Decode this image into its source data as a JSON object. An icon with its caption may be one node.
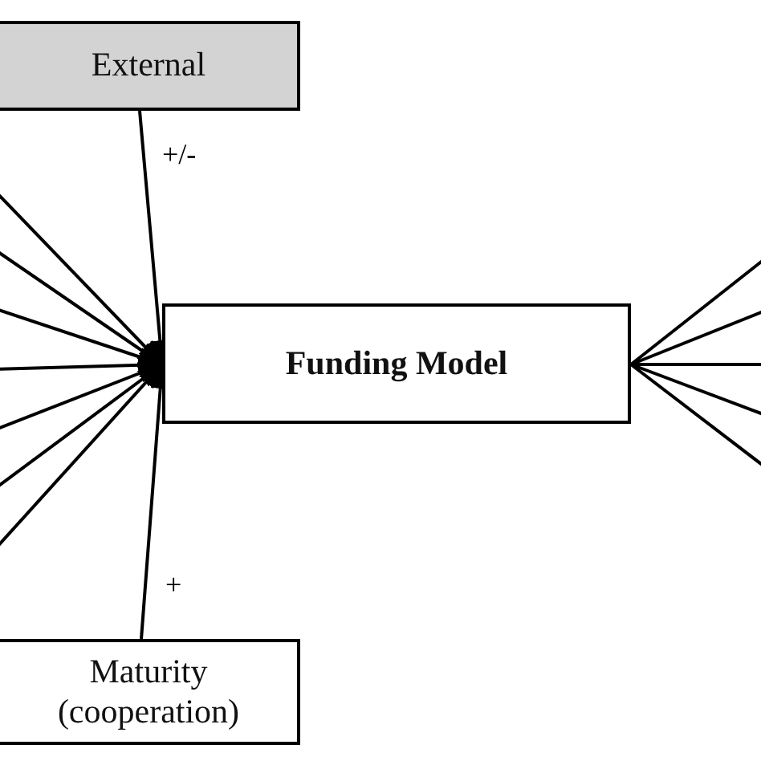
{
  "diagram": {
    "nodes": [
      {
        "text": [
          "External"
        ]
      },
      {
        "text": [
          "Funding Model"
        ]
      },
      {
        "text": [
          "Maturity (cooperation)"
        ]
      }
    ],
    "edges": [
      {
        "from": 0,
        "to": 1,
        "arrow": "to",
        "label": "+/-"
      },
      {
        "from": 2,
        "to": 1,
        "arrow": "to",
        "label": "+"
      },
      {
        "from": null,
        "to": 1,
        "arrow": "to"
      },
      {
        "from": null,
        "to": 1,
        "arrow": "to"
      },
      {
        "from": null,
        "to": 1,
        "arrow": "to"
      },
      {
        "from": null,
        "to": 1,
        "arrow": "to"
      },
      {
        "from": null,
        "to": 1,
        "arrow": "to"
      },
      {
        "from": null,
        "to": 1,
        "arrow": "to"
      },
      {
        "from": null,
        "to": 1,
        "arrow": "to"
      },
      {
        "from": 1,
        "to": null,
        "arrow": "none"
      },
      {
        "from": 1,
        "to": null,
        "arrow": "none"
      },
      {
        "from": 1,
        "to": null,
        "arrow": "none"
      },
      {
        "from": 1,
        "to": null,
        "arrow": "none"
      },
      {
        "from": 1,
        "to": null,
        "arrow": "none"
      }
    ]
  }
}
